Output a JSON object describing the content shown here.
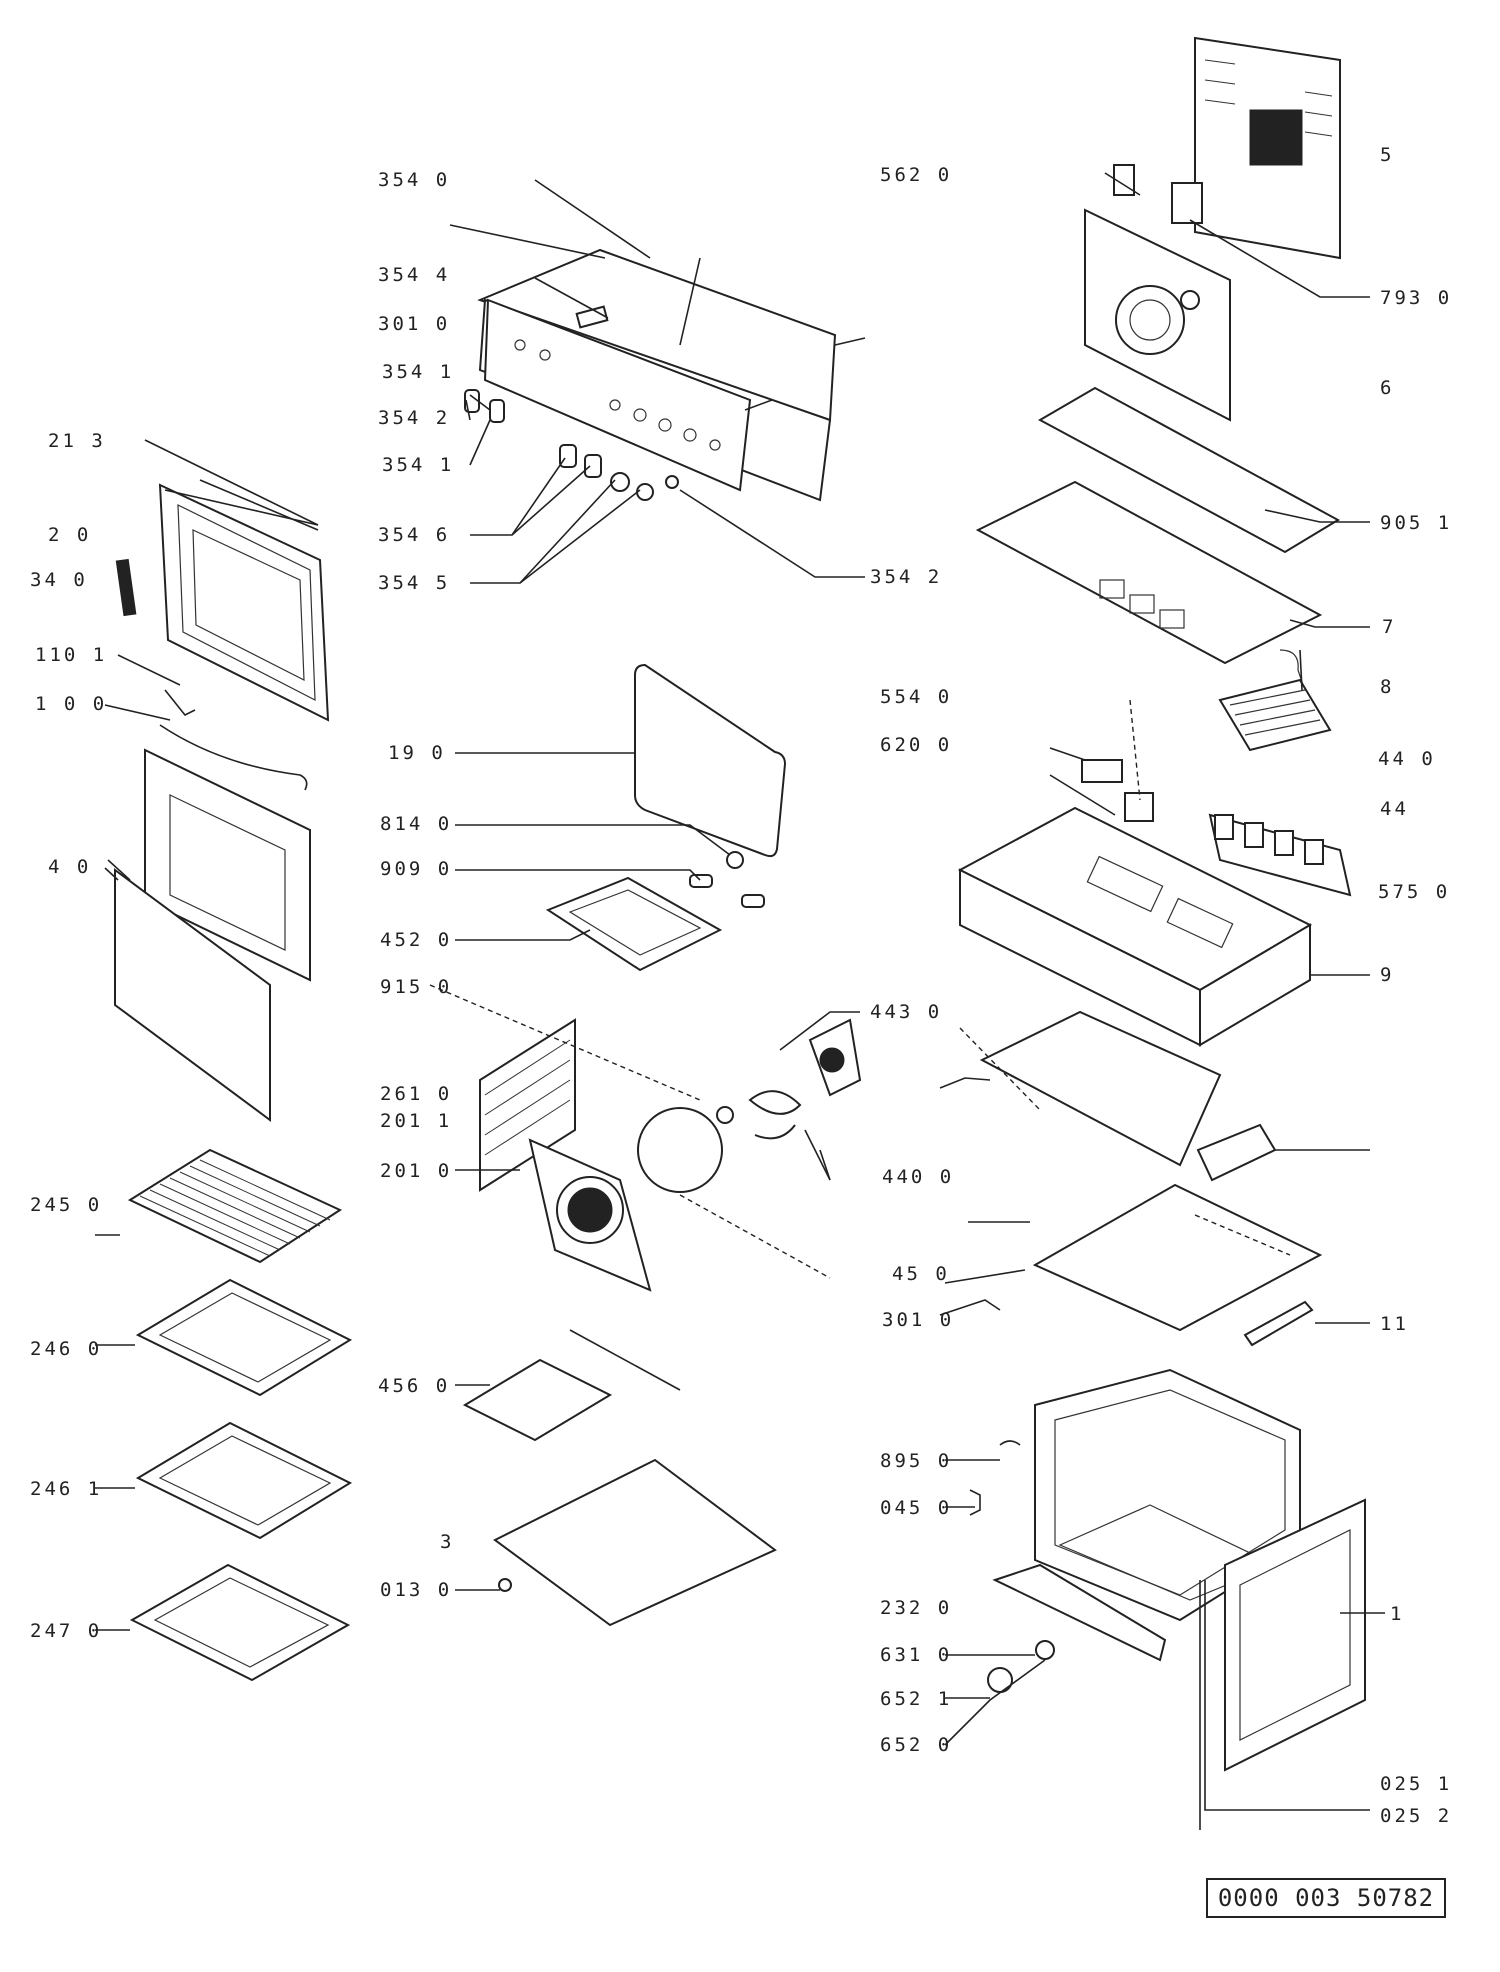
{
  "document_number": "0000 003 50782",
  "labels": {
    "l354_0": "354 0",
    "l354_4": "354 4",
    "l301_0": "301 0",
    "l354_1a": "354 1",
    "l354_2": "354 2",
    "l354_1b": "354 1",
    "l354_6": "354 6",
    "l354_5": "354 5",
    "l354_2r": "354 2",
    "l562_0": "562 0",
    "l5": "5",
    "l793_0": "793 0",
    "l6": "6",
    "l905_1": "905 1",
    "l7": "7",
    "l8": "8",
    "l213": "21 3",
    "l20": "2 0",
    "l340": "34 0",
    "l110_1": "110 1",
    "l100": "1 0 0",
    "l40": "4 0",
    "l19_0": "19 0",
    "l814_0": "814 0",
    "l909_0": "909 0",
    "l452_0": "452 0",
    "l915_0": "915 0",
    "l554_0": "554 0",
    "l620_0": "620 0",
    "l44_0": "44 0",
    "l44": "44",
    "l575_0": "575 0",
    "l9": "9",
    "l443_0": "443 0",
    "l261_0": "261 0",
    "l201_1": "201 1",
    "l201_0": "201 0",
    "l440_0": "440 0",
    "l245_0": "245 0",
    "l246_0": "246 0",
    "l45_0": "45 0",
    "l301_0b": "301 0",
    "l11": "11",
    "l456_0": "456 0",
    "l246_1": "246 1",
    "l895_0": "895 0",
    "l045_0": "045 0",
    "l3": "3",
    "l013_0": "013 0",
    "l247_0": "247 0",
    "l232_0": "232 0",
    "l631_0": "631 0",
    "l652_1": "652 1",
    "l652_0": "652 0",
    "l1": "1",
    "l025_1": "025 1",
    "l025_2": "025 2"
  }
}
